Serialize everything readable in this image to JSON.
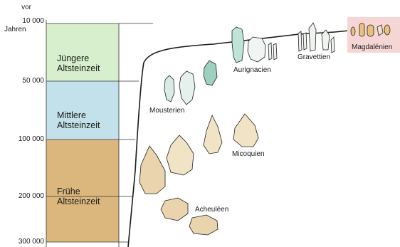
{
  "axis": {
    "unit_top": "vor",
    "unit_bottom": "Jahren",
    "ticks": [
      "10 000",
      "50 000",
      "100 000",
      "200 000",
      "300 000"
    ]
  },
  "periods": [
    {
      "line1": "Jüngere",
      "line2": "Altsteinzeit",
      "color": "#d7efcc"
    },
    {
      "line1": "Mittlere",
      "line2": "Altsteinzeit",
      "color": "#c3e1ea"
    },
    {
      "line1": "Frühe",
      "line2": "Altsteinzeit",
      "color": "#dcb77d"
    }
  ],
  "cultures": [
    {
      "name": "Magdalénien",
      "highlight": "#f6d5d5"
    },
    {
      "name": "Gravettien"
    },
    {
      "name": "Aurignacien"
    },
    {
      "name": "Mousterien"
    },
    {
      "name": "Micoquien"
    },
    {
      "name": "Acheuléen"
    }
  ],
  "colors": {
    "stone_light": "#f1e3c6",
    "stone_acheulean": "#e9d4ad",
    "stone_mousterian": "#d8ebe6",
    "stone_aurignacian": "#bfe3d6",
    "stone_magdalenian": "#e8c27a",
    "outline": "#222222"
  }
}
